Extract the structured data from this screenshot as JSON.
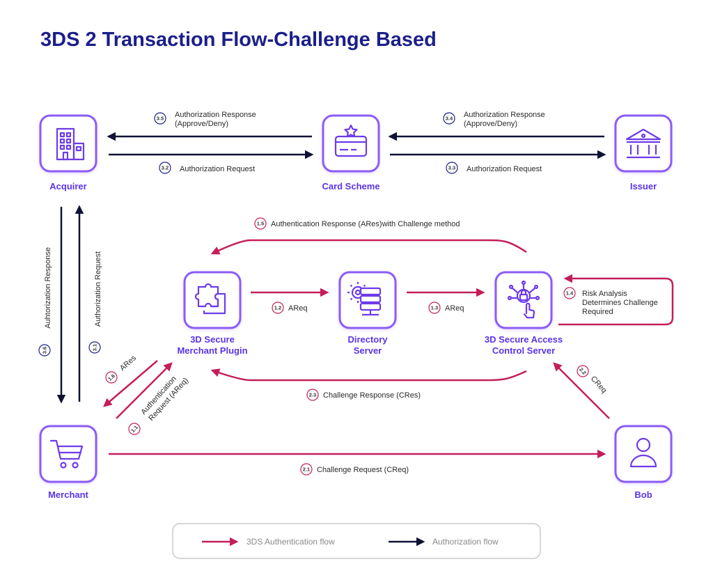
{
  "title": "3DS 2 Transaction Flow-Challenge Based",
  "colors": {
    "auth_flow": "#c41e5a",
    "authorization_flow": "#0f1233",
    "node_border": "#8b5cf6",
    "node_icon": "#6d3bea",
    "node_label": "#5a34e6",
    "title": "#1b1f8a",
    "badge_card_scheme": "#1b1f8a",
    "badge_auth": "#c41e5a"
  },
  "nodes": {
    "acquirer": {
      "label": "Acquirer",
      "icon": "building-icon"
    },
    "card_scheme": {
      "label": "Card Scheme",
      "icon": "card-star-icon"
    },
    "issuer": {
      "label": "Issuer",
      "icon": "bank-icon"
    },
    "merchant_plugin": {
      "label_line1": "3D Secure",
      "label_line2": "Merchant Plugin",
      "icon": "puzzle-icon"
    },
    "directory_server": {
      "label_line1": "Directory",
      "label_line2": "Server",
      "icon": "server-gear-icon"
    },
    "acs": {
      "label_line1": "3D Secure Access",
      "label_line2": "Control Server",
      "icon": "network-touch-icon"
    },
    "merchant": {
      "label": "Merchant",
      "icon": "cart-icon"
    },
    "bob": {
      "label": "Bob",
      "icon": "user-icon"
    }
  },
  "steps": {
    "s1_1": {
      "badge": "1.1",
      "line1": "Authentication",
      "line2": "Request (AReq)"
    },
    "s1_2": {
      "badge": "1.2",
      "text": "AReq"
    },
    "s1_3": {
      "badge": "1.3",
      "text": "AReq"
    },
    "s1_4": {
      "badge": "1.4",
      "line1": "Risk Analysis",
      "line2": "Determines Challenge",
      "line3": "Required"
    },
    "s1_5": {
      "badge": "1.5",
      "text": "Authentication Response (ARes)with Challenge method"
    },
    "s1_6": {
      "badge": "1.6",
      "text": "ARes"
    },
    "s2_1": {
      "badge": "2.1",
      "text": "Challenge Request (CReq)"
    },
    "s2_2": {
      "badge": "2.2",
      "text": "CReq"
    },
    "s2_3": {
      "badge": "2.3",
      "text": "Challenge Response (CRes)"
    },
    "s3_1": {
      "badge": "3.1",
      "text": "Authorization Request"
    },
    "s3_2": {
      "badge": "3.2",
      "text": "Authorization Request"
    },
    "s3_3": {
      "badge": "3.3",
      "text": "Authorization Request"
    },
    "s3_4": {
      "badge": "3.4",
      "line1": "Authorization Response",
      "line2": "(Approve/Deny)"
    },
    "s3_5": {
      "badge": "3.5",
      "line1": "Authorization Response",
      "line2": "(Approve/Deny)"
    },
    "s3_6": {
      "badge": "3.6",
      "text": "Auhtorization Response"
    }
  },
  "legend": {
    "auth_flow": "3DS Authentication flow",
    "authorization_flow": "Authorization flow"
  }
}
